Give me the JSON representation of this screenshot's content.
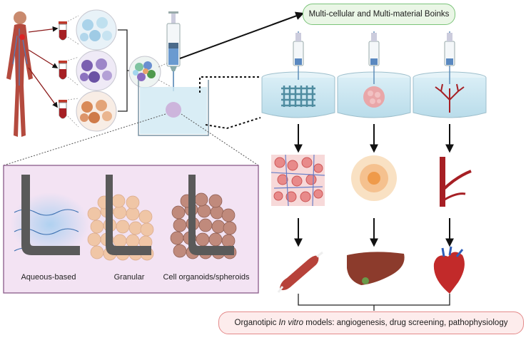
{
  "figure": {
    "top_label": "Multi-cellular and Multi-material Boinks",
    "bottom_label_prefix": "Organotipic ",
    "bottom_label_italic": "In vitro",
    "bottom_label_suffix": " models: angiogenesis, drug screening, pathophysiology",
    "bioink_types": [
      "Aqueous-based",
      "Granular",
      "Cell organoids/spheroids"
    ]
  },
  "colors": {
    "green_pill": "#7cc47a",
    "red_pill": "#e48a8a",
    "purple_panel": "#f3e3f3",
    "water": "#cfe9f2",
    "blood": "#a61f24"
  },
  "icons": [
    "human-anatomy-icon",
    "blood-tube-icon",
    "syringe-icon",
    "liver-icon",
    "heart-icon",
    "muscle-icon",
    "blood-vessel-icon"
  ]
}
